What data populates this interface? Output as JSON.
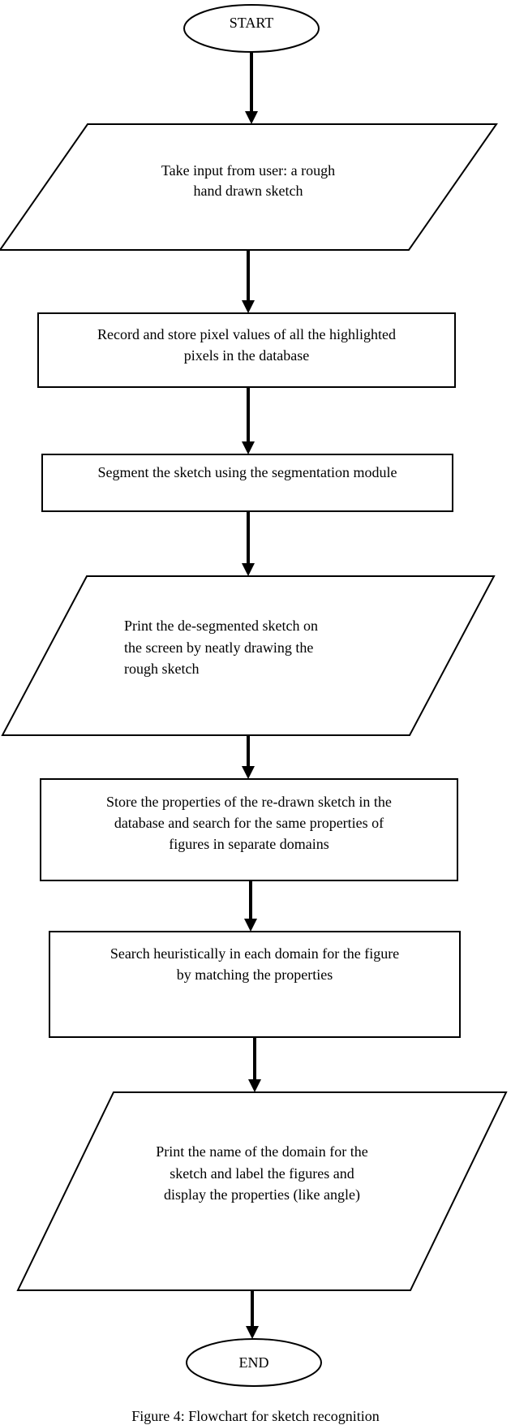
{
  "diagram": {
    "nodes": [
      {
        "id": "start",
        "shape": "terminal",
        "lines": [
          "START"
        ]
      },
      {
        "id": "input",
        "shape": "io",
        "lines": [
          "Take input from user: a rough",
          "hand drawn sketch"
        ]
      },
      {
        "id": "record",
        "shape": "process",
        "lines": [
          "Record and store pixel values of all the highlighted",
          "pixels in the database"
        ]
      },
      {
        "id": "segment",
        "shape": "process",
        "lines": [
          "Segment the sketch using the segmentation module"
        ]
      },
      {
        "id": "print-sketch",
        "shape": "io",
        "lines": [
          "Print the de-segmented sketch on",
          "the screen by neatly drawing the",
          "rough sketch"
        ]
      },
      {
        "id": "store-props",
        "shape": "process",
        "lines": [
          "Store the properties of the re-drawn sketch in the",
          "database and search for the same properties of",
          "figures in separate domains"
        ]
      },
      {
        "id": "search",
        "shape": "process",
        "lines": [
          "Search heuristically in each domain for the figure",
          "by matching the properties"
        ]
      },
      {
        "id": "print-domain",
        "shape": "io",
        "lines": [
          "Print the name of the domain for the",
          "sketch and label the figures and",
          "display the properties (like angle)"
        ]
      },
      {
        "id": "end",
        "shape": "terminal",
        "lines": [
          "END"
        ]
      }
    ],
    "edges": [
      {
        "from": "start",
        "to": "input"
      },
      {
        "from": "input",
        "to": "record"
      },
      {
        "from": "record",
        "to": "segment"
      },
      {
        "from": "segment",
        "to": "print-sketch"
      },
      {
        "from": "print-sketch",
        "to": "store-props"
      },
      {
        "from": "store-props",
        "to": "search"
      },
      {
        "from": "search",
        "to": "print-domain"
      },
      {
        "from": "print-domain",
        "to": "end"
      }
    ],
    "caption": "Figure 4: Flowchart for sketch recognition"
  }
}
